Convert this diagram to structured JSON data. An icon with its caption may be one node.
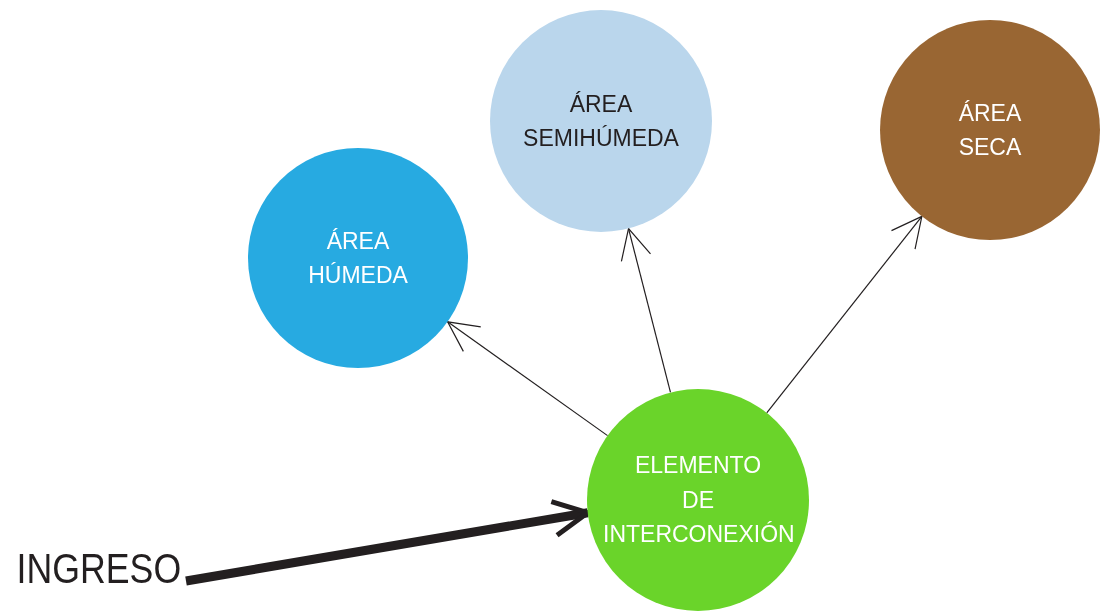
{
  "diagram": {
    "nodes": [
      {
        "text": [
          "ÁREA SEMIHÚMEDA"
        ]
      },
      {
        "text": [
          "ÁREA SECA"
        ]
      },
      {
        "text": [
          "ÁREA HÚMEDA"
        ]
      },
      {
        "text": [
          "ELEMENTO DE INTERCONEXIÓN"
        ]
      },
      {
        "text": [
          "INGRESO"
        ]
      }
    ],
    "edges": [
      {
        "from": 3,
        "to": 2,
        "arrow": "to"
      },
      {
        "from": 3,
        "to": 0,
        "arrow": "to"
      },
      {
        "from": 3,
        "to": 1,
        "arrow": "to"
      },
      {
        "from": 4,
        "to": 3,
        "arrow": "to",
        "style": "thick"
      }
    ]
  }
}
